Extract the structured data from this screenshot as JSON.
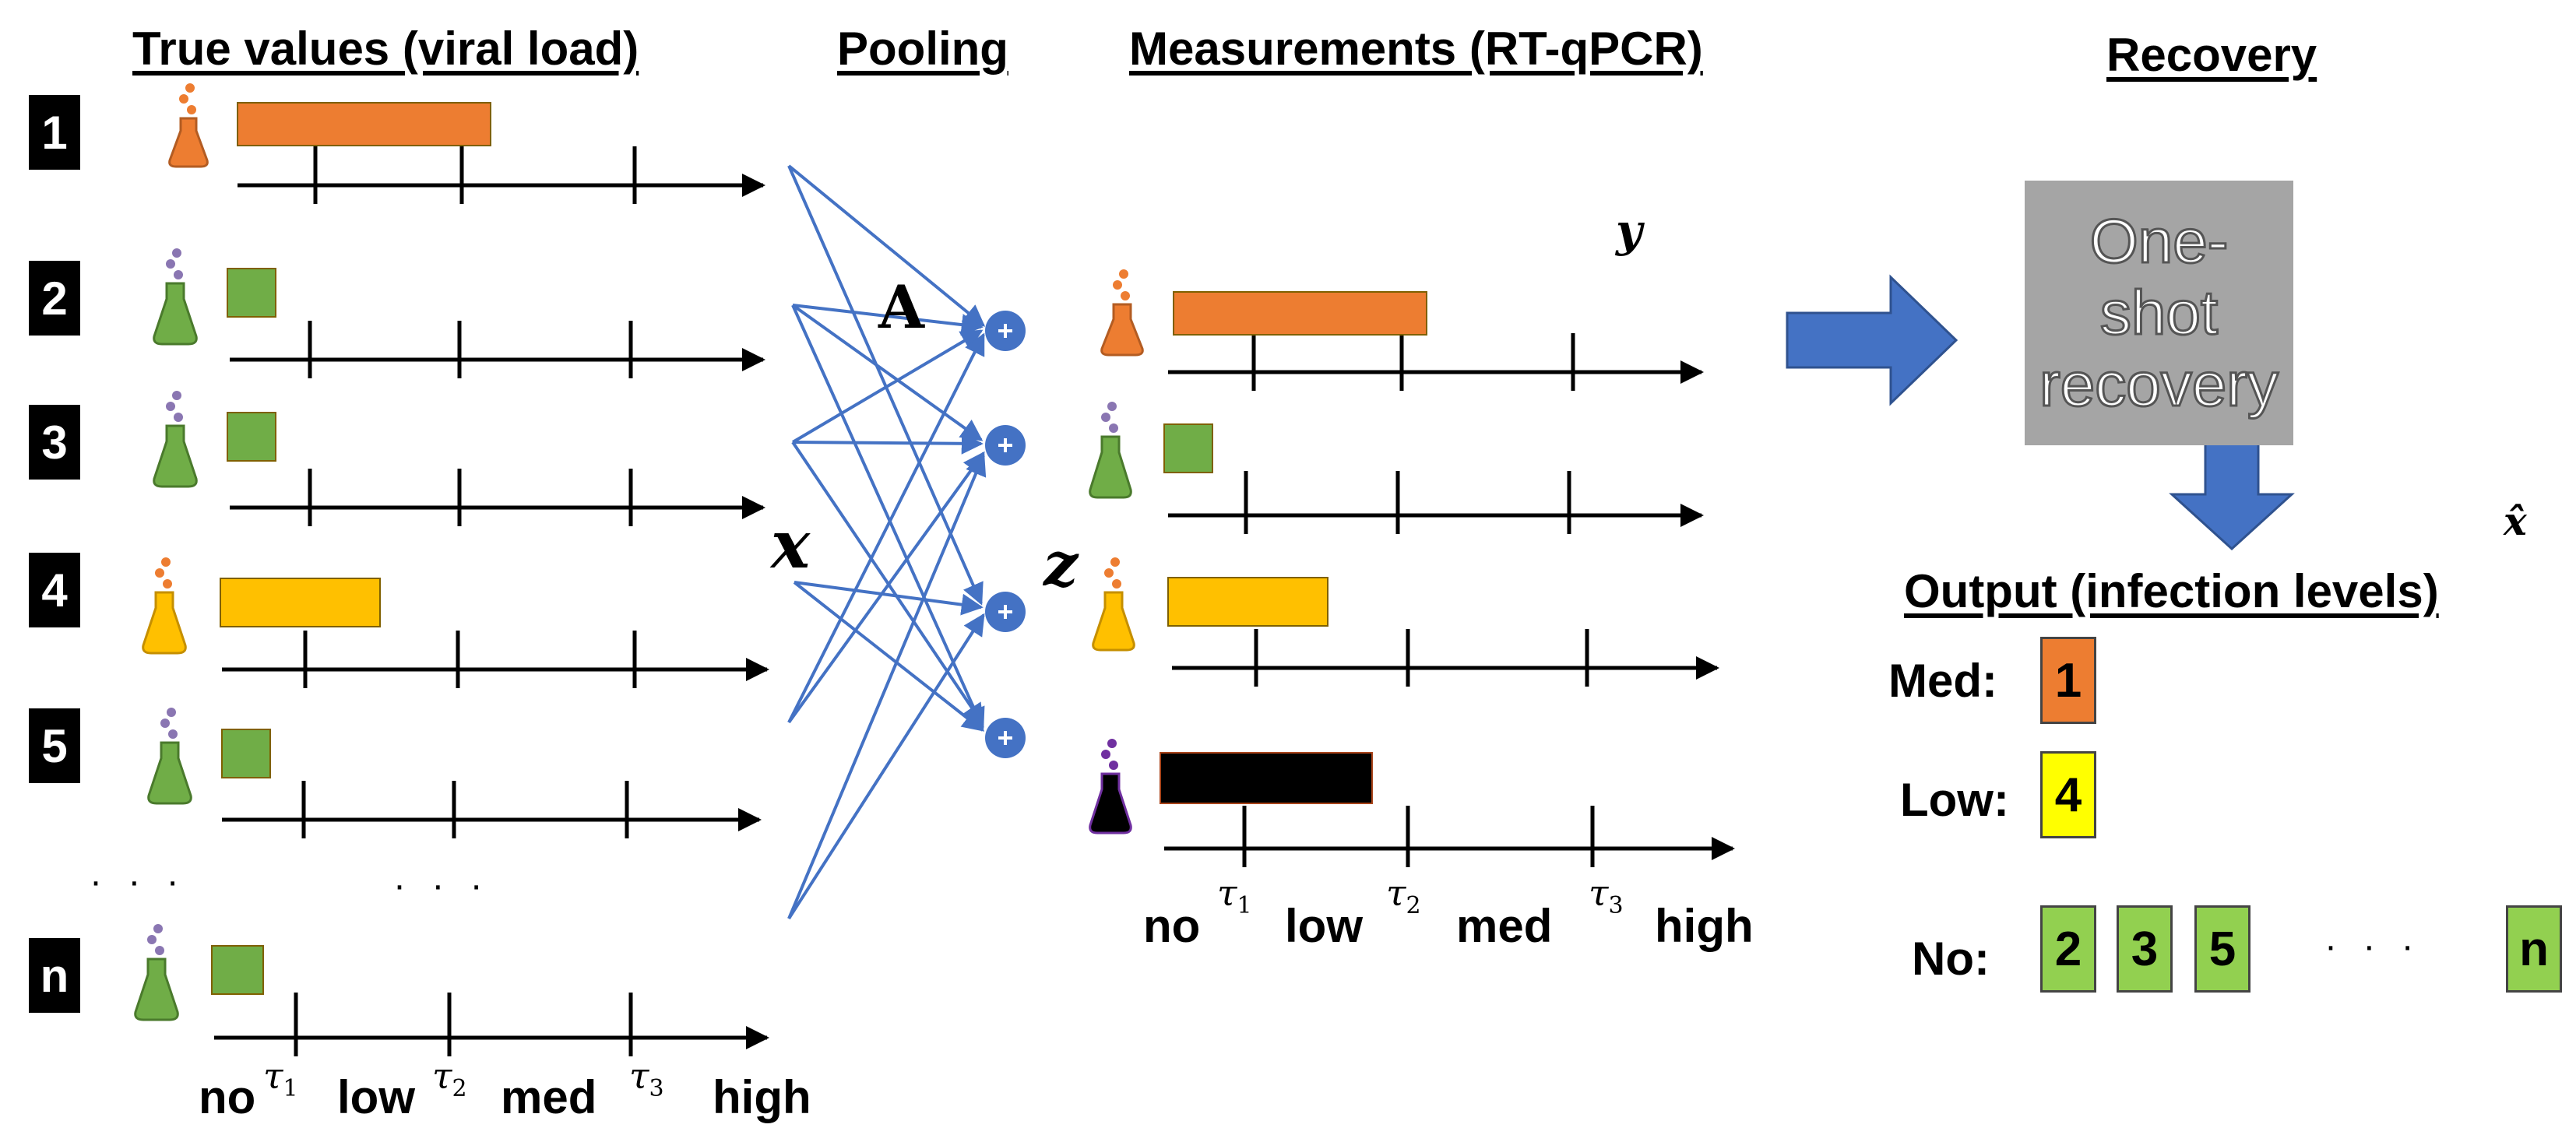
{
  "headings": {
    "true_values": "True values (viral load)",
    "pooling": "Pooling",
    "measurements": "Measurements (RT-qPCR)",
    "recovery": "Recovery",
    "output": "Output (infection levels)"
  },
  "samples": [
    {
      "id": "1",
      "level": "med",
      "color": "#ed7d31"
    },
    {
      "id": "2",
      "level": "no",
      "color": "#70ad47"
    },
    {
      "id": "3",
      "level": "no",
      "color": "#70ad47"
    },
    {
      "id": "4",
      "level": "low",
      "color": "#ffc000"
    },
    {
      "id": "5",
      "level": "no",
      "color": "#70ad47"
    },
    {
      "id": "n",
      "level": "no",
      "color": "#70ad47"
    }
  ],
  "ellipsis": "· · ·",
  "symbols": {
    "A": "A",
    "x": "x",
    "z": "z",
    "y": "y",
    "x_hat": "x̂",
    "plus": "+"
  },
  "axis": {
    "levels": [
      "no",
      "low",
      "med",
      "high"
    ],
    "thresholds": [
      "τ",
      "τ",
      "τ"
    ],
    "threshold_subscripts": [
      "1",
      "2",
      "3"
    ]
  },
  "recovery_box": {
    "line1": "One-shot",
    "line2": "recovery"
  },
  "output": {
    "med_label": "Med:",
    "med_items": [
      "1"
    ],
    "low_label": "Low:",
    "low_items": [
      "4"
    ],
    "no_label": "No:",
    "no_items": [
      "2",
      "3",
      "5",
      "n"
    ],
    "no_ellipsis": "· · ·"
  },
  "colors": {
    "orange": "#ed7d31",
    "green": "#70ad47",
    "yellow": "#ffc000",
    "black": "#000000",
    "blue": "#4472c4",
    "gray": "#a5a5a5",
    "output_yellow": "#ffff00"
  }
}
